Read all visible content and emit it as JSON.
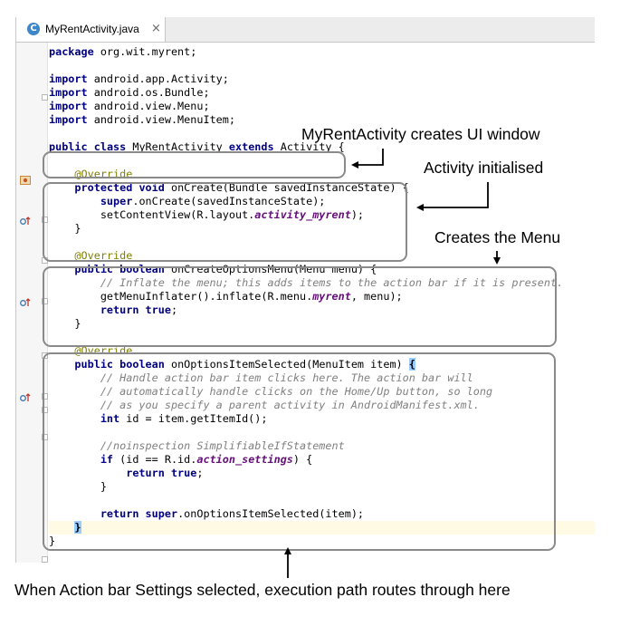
{
  "editor": {
    "tab": {
      "icon": "C",
      "filename": "MyRentActivity.java",
      "close": "×"
    }
  },
  "code": {
    "l1": {
      "a": "package",
      "b": " org.wit.myrent;"
    },
    "l3": {
      "a": "import",
      "b": " android.app.Activity;"
    },
    "l4": {
      "a": "import",
      "b": " android.os.Bundle;"
    },
    "l5": {
      "a": "import",
      "b": " android.view.Menu;"
    },
    "l6": {
      "a": "import",
      "b": " android.view.MenuItem;"
    },
    "l8": {
      "a": "public",
      "b": " ",
      "c": "class",
      "d": " MyRentActivity ",
      "e": "extends",
      "f": " Activity {"
    },
    "l10": {
      "a": "    @Override"
    },
    "l11": {
      "a": "    protected",
      "b": " ",
      "c": "void",
      "d": " onCreate(Bundle savedInstanceState) {"
    },
    "l12": {
      "a": "        super",
      "b": ".onCreate(savedInstanceState);"
    },
    "l13": {
      "a": "        setContentView(R.layout.",
      "b": "activity_myrent",
      "c": ");"
    },
    "l14": {
      "a": "    }"
    },
    "l16": {
      "a": "    @Override"
    },
    "l17": {
      "a": "    public",
      "b": " ",
      "c": "boolean",
      "d": " onCreateOptionsMenu(Menu menu) {"
    },
    "l18": {
      "a": "        // Inflate the menu; this adds items to the action bar if it is present."
    },
    "l19": {
      "a": "        getMenuInflater().inflate(R.menu.",
      "b": "myrent",
      "c": ", menu);"
    },
    "l20": {
      "a": "        return",
      "b": " ",
      "c": "true",
      "d": ";"
    },
    "l21": {
      "a": "    }"
    },
    "l23": {
      "a": "    @Override"
    },
    "l24": {
      "a": "    public",
      "b": " ",
      "c": "boolean",
      "d": " onOptionsItemSelected(MenuItem item) ",
      "e": "{"
    },
    "l25": {
      "a": "        // Handle action bar item clicks here. The action bar will"
    },
    "l26": {
      "a": "        // automatically handle clicks on the Home/Up button, so long"
    },
    "l27": {
      "a": "        // as you specify a parent activity in AndroidManifest.xml."
    },
    "l28": {
      "a": "        int",
      "b": " id = item.getItemId();"
    },
    "l30": {
      "a": "        //noinspection SimplifiableIfStatement"
    },
    "l31": {
      "a": "        if",
      "b": " (id == R.id.",
      "c": "action_settings",
      "d": ") {"
    },
    "l32": {
      "a": "            return",
      "b": " ",
      "c": "true",
      "d": ";"
    },
    "l33": {
      "a": "        }"
    },
    "l35": {
      "a": "        return",
      "b": " ",
      "c": "super",
      "d": ".onOptionsItemSelected(item);"
    },
    "l36": {
      "a": "    ",
      "b": "}"
    },
    "l37": {
      "a": "}"
    }
  },
  "callouts": {
    "ui_window": "MyRentActivity creates UI window",
    "initialised": "Activity initialised",
    "menu": "Creates the Menu",
    "path": "When Action bar Settings selected, execution path routes through here"
  },
  "colors": {
    "keyword": "#000080",
    "annotation": "#808000",
    "comment": "#808080",
    "field": "#660e7a",
    "box_border": "#8a8a8a"
  }
}
